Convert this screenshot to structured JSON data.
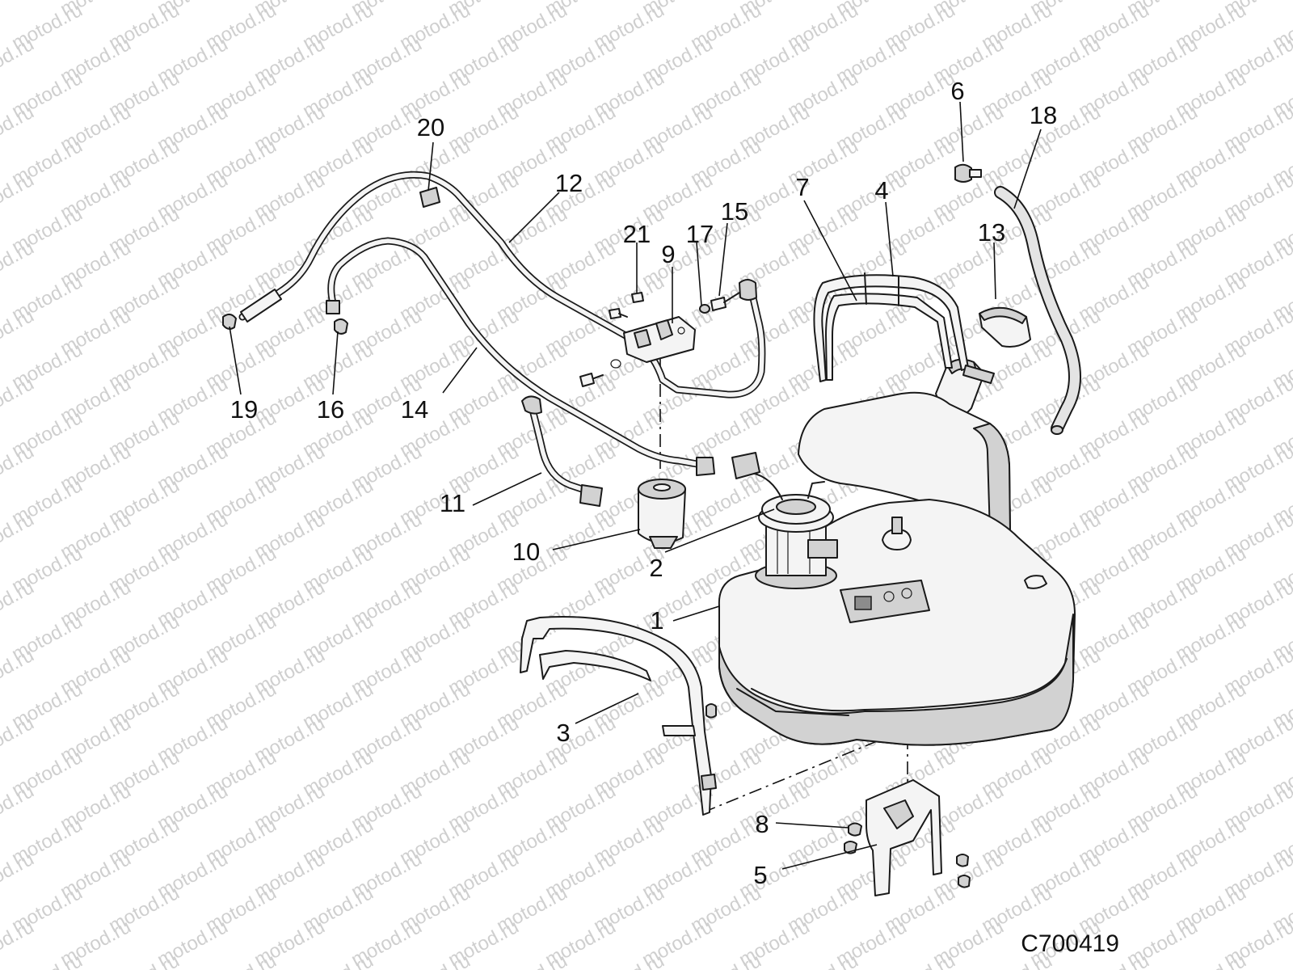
{
  "watermark": {
    "text": "motod.ru"
  },
  "diagram": {
    "code": "C700419",
    "callouts": [
      {
        "id": "c1",
        "label": "1"
      },
      {
        "id": "c2",
        "label": "2"
      },
      {
        "id": "c3",
        "label": "3"
      },
      {
        "id": "c4",
        "label": "4"
      },
      {
        "id": "c5",
        "label": "5"
      },
      {
        "id": "c6",
        "label": "6"
      },
      {
        "id": "c7",
        "label": "7"
      },
      {
        "id": "c8",
        "label": "8"
      },
      {
        "id": "c9",
        "label": "9"
      },
      {
        "id": "c10",
        "label": "10"
      },
      {
        "id": "c11",
        "label": "11"
      },
      {
        "id": "c12",
        "label": "12"
      },
      {
        "id": "c13",
        "label": "13"
      },
      {
        "id": "c14",
        "label": "14"
      },
      {
        "id": "c15",
        "label": "15"
      },
      {
        "id": "c16",
        "label": "16"
      },
      {
        "id": "c17",
        "label": "17"
      },
      {
        "id": "c18",
        "label": "18"
      },
      {
        "id": "c19",
        "label": "19"
      },
      {
        "id": "c20",
        "label": "20"
      },
      {
        "id": "c21",
        "label": "21"
      }
    ]
  }
}
